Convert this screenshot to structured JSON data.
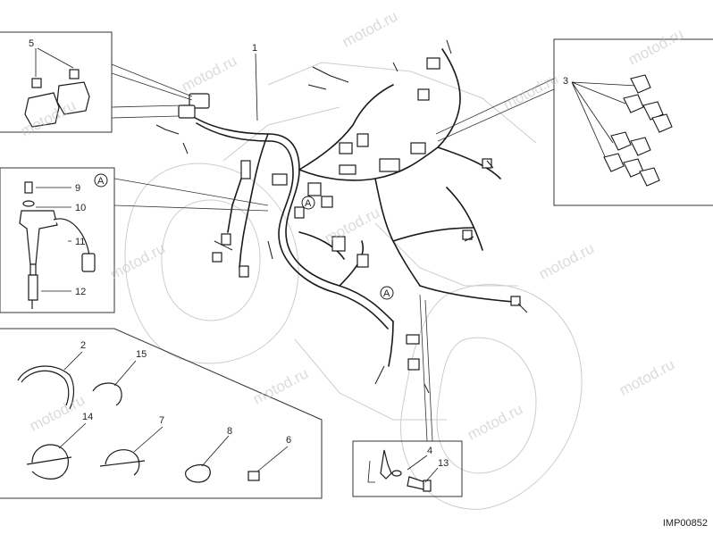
{
  "drawing_code": "IMP00852",
  "watermark": "motod.ru",
  "refs": {
    "r1": "1",
    "r2": "2",
    "r3": "3",
    "r4": "4",
    "r5": "5",
    "r6": "6",
    "r7": "7",
    "r8": "8",
    "r9": "9",
    "r10": "10",
    "r11": "11",
    "r12": "12",
    "r13": "13",
    "r14": "14",
    "r15": "15",
    "detail_a": "A"
  },
  "colors": {
    "line": "#1a1a1a",
    "ghost": "#c9c9c9",
    "box": "#333333"
  }
}
